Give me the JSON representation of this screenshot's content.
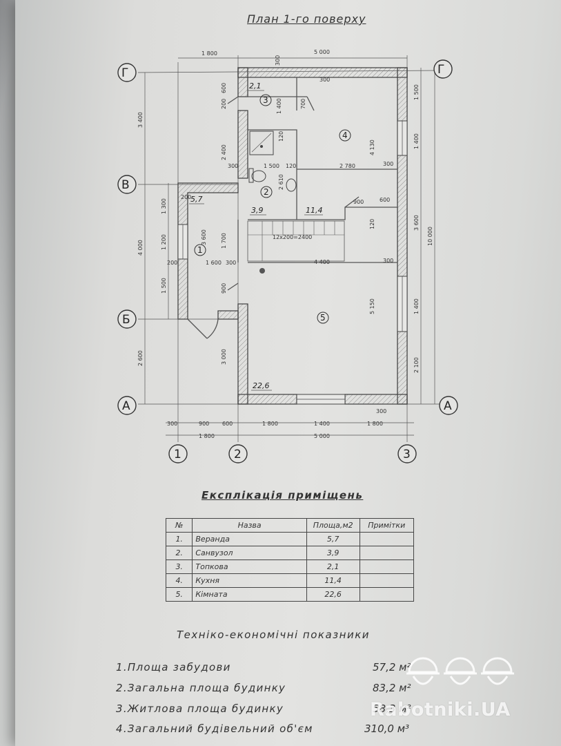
{
  "plan": {
    "title": "План 1-го поверху",
    "axes_letters": [
      "Г",
      "В",
      "Б",
      "А"
    ],
    "axes_numbers": [
      "1",
      "2",
      "3"
    ],
    "top_dims": [
      "1 800",
      "5 000"
    ],
    "bottom_dims_row1": [
      "300",
      "900",
      "600",
      "1 800",
      "1 400",
      "1 800"
    ],
    "bottom_dims_row2": [
      "1 800",
      "5 000"
    ],
    "left_dims_outer": [
      "3 400",
      "4 000",
      "2 600"
    ],
    "left_dims_inner": [
      "1 300",
      "1 200",
      "1 500",
      "200",
      "200"
    ],
    "right_dims_inner": [
      "1 500",
      "1 400",
      "3 600",
      "1 400",
      "2 100"
    ],
    "right_dims_outer": [
      "10 000"
    ],
    "interior_dims": [
      "300",
      "600",
      "200",
      "1 400",
      "700",
      "300",
      "120",
      "2 400",
      "300",
      "1 500",
      "120",
      "2 780",
      "300",
      "4 130",
      "2 610",
      "900",
      "600",
      "120",
      "3 600",
      "1 700",
      "1 600",
      "300",
      "4 400",
      "300",
      "900",
      "3 000",
      "5 150",
      "300",
      "300"
    ],
    "stair_note": "12x200=2400",
    "rooms": [
      {
        "number": "1",
        "area": "5,7"
      },
      {
        "number": "2",
        "area": "3,9"
      },
      {
        "number": "3",
        "area": "2,1"
      },
      {
        "number": "4",
        "area": "11,4"
      },
      {
        "number": "5",
        "area": "22,6"
      }
    ]
  },
  "explication": {
    "title": "Експлікація приміщень",
    "headers": [
      "№",
      "Назва",
      "Площа,м2",
      "Примітки"
    ],
    "rows": [
      {
        "n": "1.",
        "name": "Веранда",
        "area": "5,7",
        "note": ""
      },
      {
        "n": "2.",
        "name": "Санвузол",
        "area": "3,9",
        "note": ""
      },
      {
        "n": "3.",
        "name": "Топкова",
        "area": "2,1",
        "note": ""
      },
      {
        "n": "4.",
        "name": "Кухня",
        "area": "11,4",
        "note": ""
      },
      {
        "n": "5.",
        "name": "Кімната",
        "area": "22,6",
        "note": ""
      }
    ]
  },
  "indicators": {
    "title": "Техніко-економічні показники",
    "items": [
      {
        "label": "1.Площа забудови",
        "value": "57,2 м²"
      },
      {
        "label": "2.Загальна площа будинку",
        "value": "83,2 м²"
      },
      {
        "label": "3.Житлова площа будинку",
        "value": "58,3 м²"
      },
      {
        "label": "4.Загальний будівельний об'єм",
        "value": "310,0 м³"
      }
    ]
  },
  "watermark": {
    "text": "Rabotniki.UA",
    "icon": "workers-helmet-icon"
  },
  "colors": {
    "paper": "#e0e0de",
    "ink": "#333333",
    "watermark": "#ffffff"
  }
}
